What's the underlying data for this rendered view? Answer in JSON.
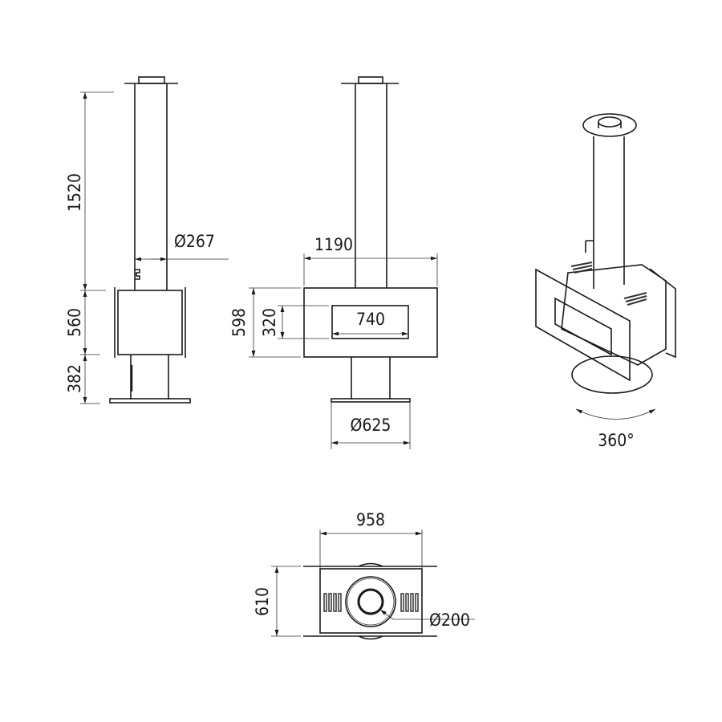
{
  "side_view": {
    "chimney_height": "1520",
    "body_height": "560",
    "pedestal_height": "382",
    "chimney_diameter": "Ø267"
  },
  "front_view": {
    "width": "1190",
    "height": "598",
    "window_height": "320",
    "window_width": "740",
    "base_diameter": "Ø625"
  },
  "iso_view": {
    "rotation": "360°"
  },
  "top_view": {
    "width": "958",
    "depth": "610",
    "flue_diameter": "Ø200"
  },
  "colors": {
    "line": "#1a1a1a",
    "background": "#ffffff"
  }
}
